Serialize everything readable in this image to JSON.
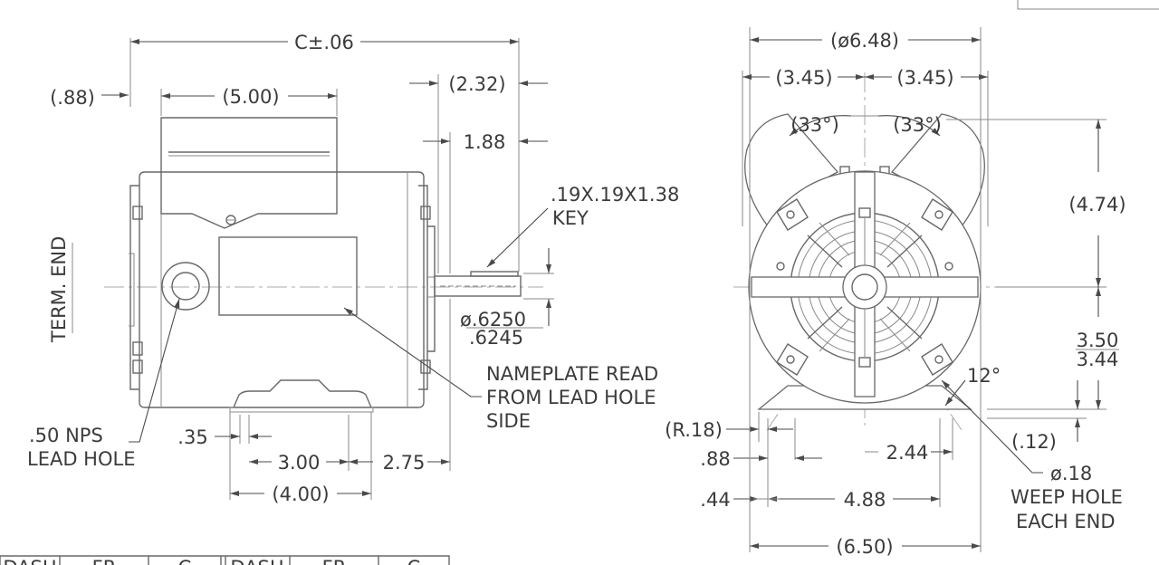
{
  "side_view": {
    "overall_length": "C±.06",
    "end_offset": "(.88)",
    "box_width": "(5.00)",
    "shaft_extension": "(2.32)",
    "shaft_usable": "1.88",
    "key_line1": ".19X.19X1.38",
    "key_line2": "KEY",
    "shaft_dia_max": "ø.6250",
    "shaft_dia_min": ".6245",
    "term_end": "TERM. END",
    "nameplate_line1": "NAMEPLATE READ",
    "nameplate_line2": "FROM LEAD HOLE",
    "nameplate_line3": "SIDE",
    "lead_hole_line1": ".50 NPS",
    "lead_hole_line2": "LEAD HOLE",
    "base_slot": ".35",
    "base_mount": "3.00",
    "base_to_shaft": "2.75",
    "base_length": "(4.00)"
  },
  "end_view": {
    "overall_dia": "(ø6.48)",
    "half_left": "(3.45)",
    "half_right": "(3.45)",
    "angle_left": "(33°)",
    "angle_right": "(33°)",
    "top_height": "(4.74)",
    "shaft_height_max": "3.50",
    "shaft_height_min": "3.44",
    "base_thickness": "(.12)",
    "foot_angle": "12°",
    "foot_radius": "(R.18)",
    "slot_88": ".88",
    "slot_44": ".44",
    "center_offset": "2.44",
    "mount_width": "4.88",
    "base_width": "(6.50)",
    "weep_line1": "ø.18",
    "weep_line2": "WEEP HOLE",
    "weep_line3": "EACH END"
  },
  "table": {
    "headers": [
      "DASH",
      "FR",
      "C",
      "DASH",
      "FR",
      "C"
    ]
  }
}
